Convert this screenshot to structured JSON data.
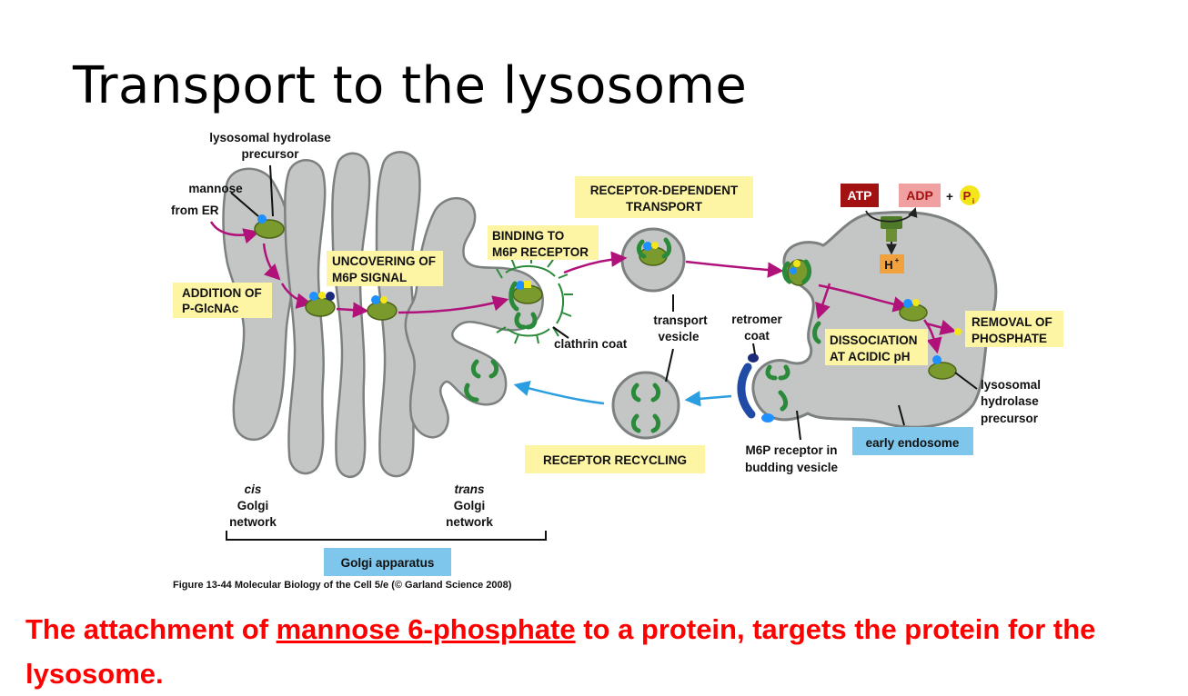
{
  "slide": {
    "title": "Transport to the lysosome"
  },
  "labels": {
    "hydrolase_top_1": "lysosomal hydrolase",
    "hydrolase_top_2": "precursor",
    "mannose": "mannose",
    "from_er": "from ER",
    "addition_1": "ADDITION OF",
    "addition_2": "P-GlcNAc",
    "uncovering_1": "UNCOVERING OF",
    "uncovering_2": "M6P SIGNAL",
    "binding_1": "BINDING TO",
    "binding_2": "M6P RECEPTOR",
    "clathrin": "clathrin coat",
    "rdt_1": "RECEPTOR-DEPENDENT",
    "rdt_2": "TRANSPORT",
    "transport_vesicle_1": "transport",
    "transport_vesicle_2": "vesicle",
    "retromer_1": "retromer",
    "retromer_2": "coat",
    "atp": "ATP",
    "adp": "ADP",
    "plus": "+",
    "pi": "P",
    "pi_sub": "i",
    "h": "H",
    "h_sup": "+",
    "dissociation_1": "DISSOCIATION",
    "dissociation_2": "AT ACIDIC pH",
    "removal_1": "REMOVAL OF",
    "removal_2": "PHOSPHATE",
    "hydrolase_right_1": "lysosomal",
    "hydrolase_right_2": "hydrolase",
    "hydrolase_right_3": "precursor",
    "early_endosome": "early endosome",
    "m6p_receptor_1": "M6P receptor in",
    "m6p_receptor_2": "budding vesicle",
    "receptor_recycling": "RECEPTOR RECYCLING",
    "cis_1": "cis",
    "cis_2": "Golgi",
    "cis_3": "network",
    "trans_1": "trans",
    "trans_2": "Golgi",
    "trans_3": "network",
    "golgi_apparatus": "Golgi apparatus"
  },
  "caption": "Figure 13-44  Molecular Biology of the Cell 5/e (© Garland Science 2008)",
  "statement": {
    "before": "The attachment of ",
    "link": "mannose 6-phosphate",
    "after": " to a protein, targets the protein for the lysosome."
  },
  "colors": {
    "organelle_fill": "#c4c6c5",
    "organelle_stroke": "#7d8081",
    "arrow_magenta": "#b0127a",
    "arrow_blue": "#2a9ee0",
    "protein_green": "#7a9a2e",
    "receptor_green": "#2a8a3a",
    "mannose_blue": "#1e90ff",
    "phosphate_yellow": "#f3e61a",
    "glcnac_navy": "#1c2a7a",
    "label_yellow": "#fdf4a4",
    "label_blue": "#7fc6ec",
    "atp_red": "#a31212",
    "adp_pink": "#f0a0a0",
    "h_orange": "#f2a23c",
    "statement_red": "#ff0000"
  }
}
